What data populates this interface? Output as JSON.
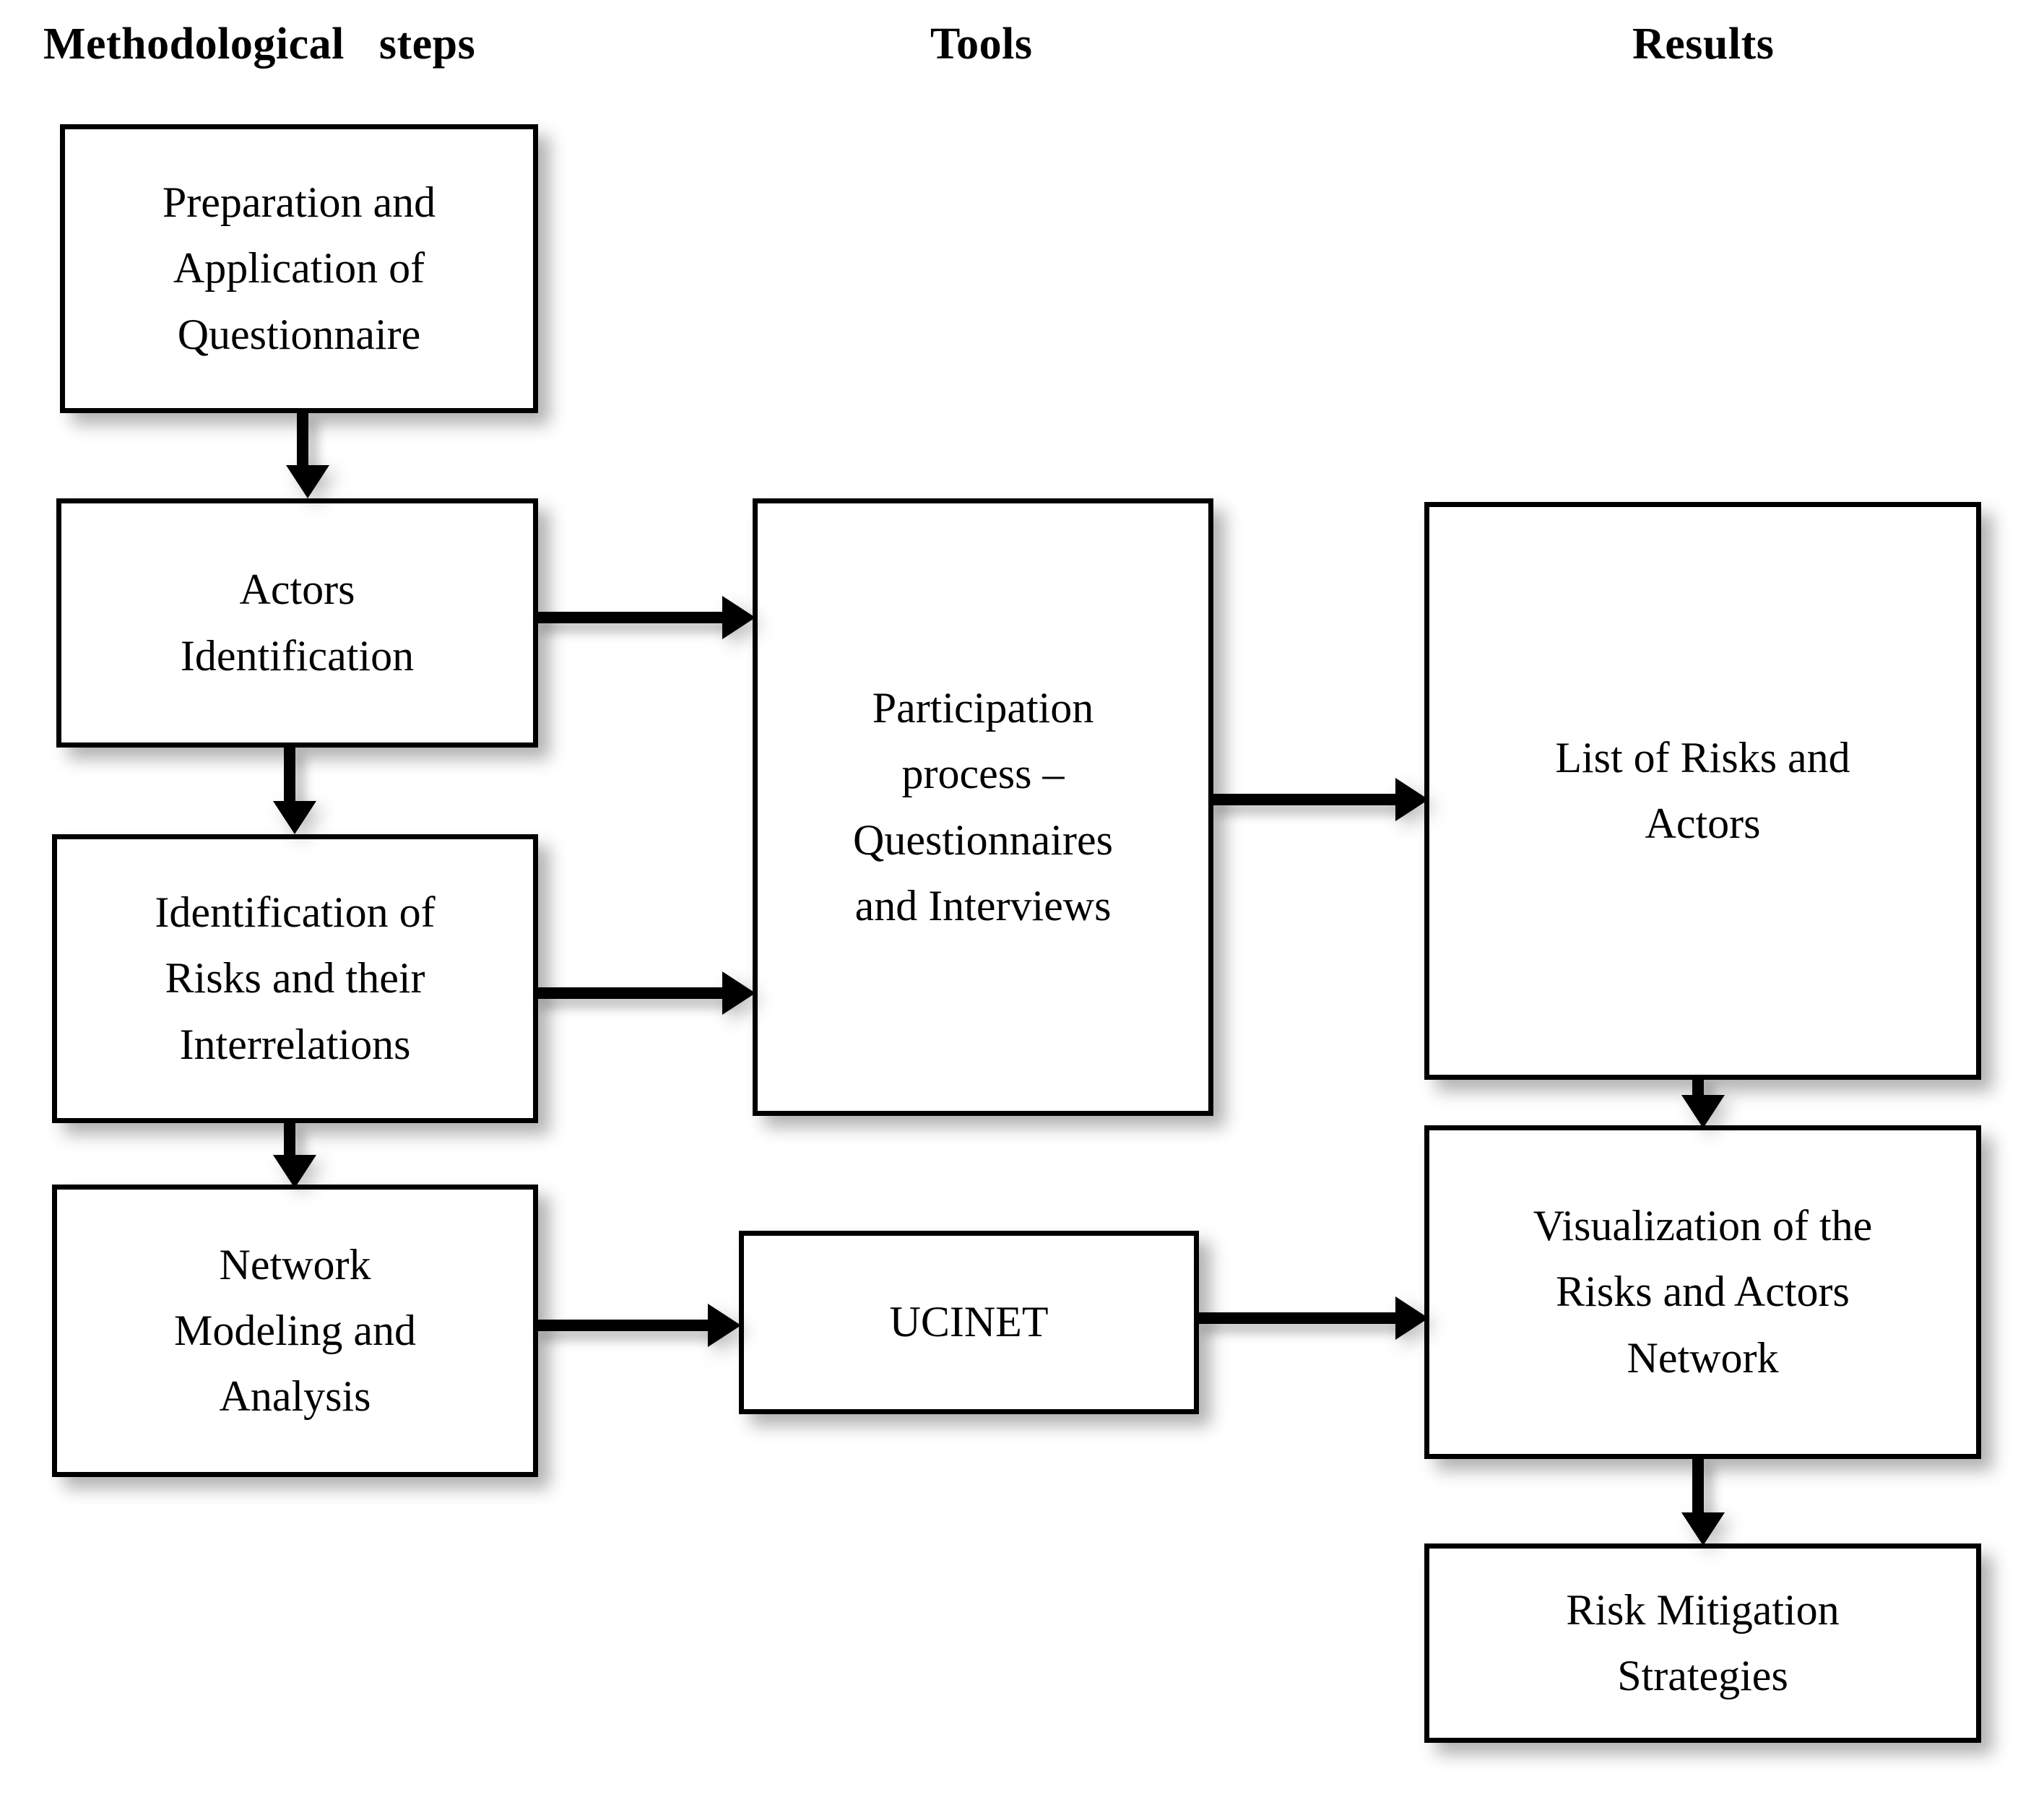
{
  "diagram": {
    "title": "Methodological framework flowchart",
    "background_color": "#ffffff",
    "line_color": "#000000",
    "columns": [
      {
        "id": "steps",
        "label": "Methodological   steps"
      },
      {
        "id": "tools",
        "label": "Tools"
      },
      {
        "id": "results",
        "label": "Results"
      }
    ],
    "nodes": [
      {
        "id": "preparation",
        "column": "steps",
        "label": "Preparation and\nApplication of\nQuestionnaire"
      },
      {
        "id": "actors",
        "column": "steps",
        "label": "Actors\nIdentification"
      },
      {
        "id": "risks",
        "column": "steps",
        "label": "Identification of\nRisks and their\nInterrelations"
      },
      {
        "id": "network",
        "column": "steps",
        "label": "Network\nModeling and\nAnalysis"
      },
      {
        "id": "participation",
        "column": "tools",
        "label": "Participation\nprocess –\nQuestionnaires\nand Interviews"
      },
      {
        "id": "ucinet",
        "column": "tools",
        "label": "UCINET"
      },
      {
        "id": "list",
        "column": "results",
        "label": "List of Risks and\nActors"
      },
      {
        "id": "visualization",
        "column": "results",
        "label": "Visualization of the\nRisks and Actors\nNetwork"
      },
      {
        "id": "mitigation",
        "column": "results",
        "label": "Risk Mitigation\nStrategies"
      }
    ],
    "edges": [
      {
        "from": "preparation",
        "to": "actors",
        "direction": "down"
      },
      {
        "from": "actors",
        "to": "risks",
        "direction": "down"
      },
      {
        "from": "risks",
        "to": "network",
        "direction": "down"
      },
      {
        "from": "actors",
        "to": "participation",
        "direction": "right"
      },
      {
        "from": "risks",
        "to": "participation",
        "direction": "right"
      },
      {
        "from": "network",
        "to": "ucinet",
        "direction": "right"
      },
      {
        "from": "participation",
        "to": "list",
        "direction": "right"
      },
      {
        "from": "ucinet",
        "to": "visualization",
        "direction": "right"
      },
      {
        "from": "list",
        "to": "visualization",
        "direction": "down"
      },
      {
        "from": "visualization",
        "to": "mitigation",
        "direction": "down"
      }
    ]
  }
}
